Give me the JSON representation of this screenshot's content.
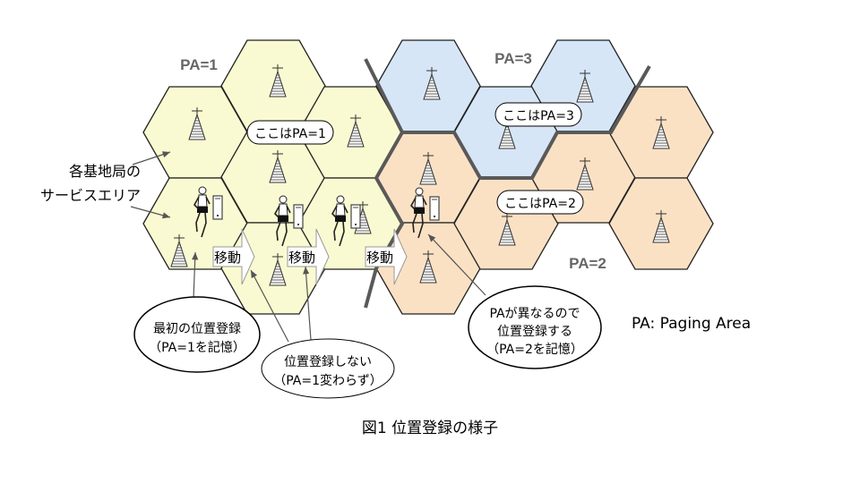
{
  "colors": {
    "pa1": "#fafad2",
    "pa2": "#fbe1c4",
    "pa3": "#d6e6f7",
    "boundary": "#595959",
    "pa_label": "#666666"
  },
  "area_labels": {
    "pa1": "PA=1",
    "pa2": "PA=2",
    "pa3": "PA=3"
  },
  "bubbles": {
    "pa1": "ここはPA=1",
    "pa3": "ここはPA=3",
    "pa2": "ここはPA=2"
  },
  "service_area_label": [
    "各基地局の",
    "サービスエリア"
  ],
  "move_label": "移動",
  "callouts": {
    "first": [
      "最初の位置登録",
      "（PA=1を記憶）"
    ],
    "none": [
      "位置登録しない",
      "（PA=1変わらず）"
    ],
    "register": [
      "PAが異なるので",
      "位置登録する",
      "（PA=2を記憶）"
    ]
  },
  "legend": "PA: Paging Area",
  "caption": "図1  位置登録の様子"
}
